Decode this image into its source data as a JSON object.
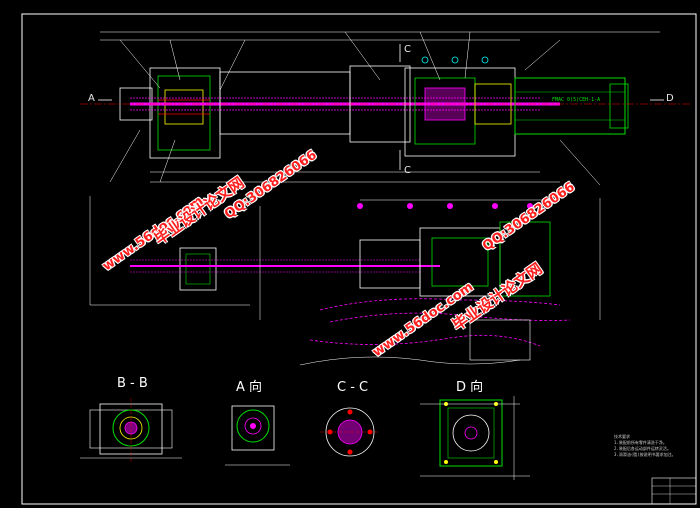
{
  "views": {
    "section_bb": "B - B",
    "view_a": "A 向",
    "section_cc": "C - C",
    "view_d": "D 向"
  },
  "markers": {
    "a_left": "A",
    "d_right": "D",
    "c_top": "C",
    "c_bottom": "C"
  },
  "motor_label": "FMAC 0(5)CEH-1-A",
  "notes": {
    "title": "技术要求",
    "line1": "1.装配前所有零件清洗干净。",
    "line2": "2.装配后各运动部件运转灵活。",
    "line3": "3.润滑油(脂)按说明书要求加注。"
  },
  "watermarks": {
    "site1": "www.56doc.com",
    "qq1": "QQ:306826066",
    "brand1": "毕业设计论文网",
    "site2": "www.56doc.com",
    "qq2": "QQ:306826066",
    "brand2": "毕业设计论文网"
  },
  "colors": {
    "background": "#000000",
    "outline_white": "#ffffff",
    "magenta": "#ff00ff",
    "green": "#00e000",
    "yellow": "#ffff00",
    "red": "#ff0000",
    "cyan": "#00ffff",
    "watermark": "#ff1f1f"
  }
}
